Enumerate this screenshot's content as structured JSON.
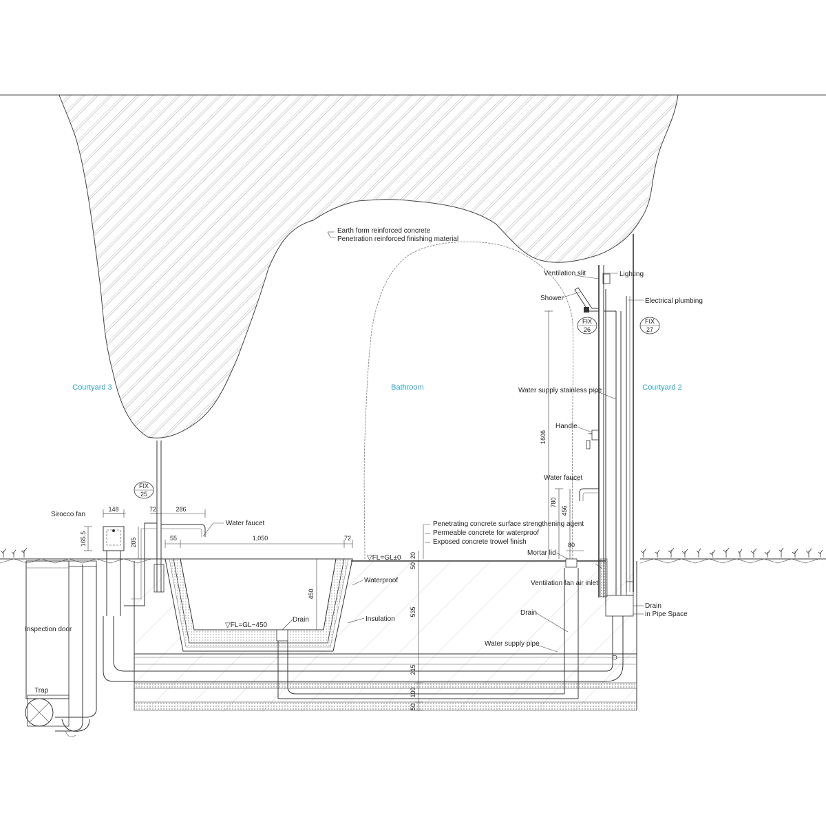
{
  "colors": {
    "room_label": "#2aa0c8",
    "line": "#333333",
    "hatch": "#9a9a9a"
  },
  "rooms": {
    "courtyard3": "Courtyard 3",
    "bathroom": "Bathroom",
    "courtyard2": "Courtyard 2"
  },
  "labels": {
    "earth_form": "Earth form reinforced concrete",
    "penetration_finish": "Penetration reinforced finishing material",
    "ventilation_slit": "Ventilation slit",
    "lighting": "Lighting",
    "shower": "Shower",
    "electrical_plumbing": "Electrical plumbing",
    "water_supply_stainless": "Water supply stainless pipe",
    "handle": "Handle",
    "water_faucet_right": "Water faucet",
    "sirocco_fan": "Sirocco fan",
    "water_faucet_left": "Water faucet",
    "penetrating_agent": "Penetrating concrete surface strengthening agent",
    "permeable_concrete": "Permeable concrete for waterproof",
    "exposed_trowel": "Exposed concrete trowel finish",
    "mortar_lid": "Mortar lid",
    "ventilation_fan_inlet": "Ventilation fan air inlet",
    "drain_pipe_space_1": "Drain",
    "drain_pipe_space_2": "in Pipe Space",
    "waterproof": "Waterproof",
    "insulation": "Insulation",
    "drain_tub": "Drain",
    "drain_floor": "Drain",
    "water_supply_pipe": "Water supply pipe",
    "inspection_door": "Inspection door",
    "trap": "Trap"
  },
  "fix_marks": [
    {
      "top": "FIX",
      "num": "25"
    },
    {
      "top": "FIX",
      "num": "26"
    },
    {
      "top": "FIX",
      "num": "27"
    }
  ],
  "levels": {
    "fl_gl0": "▽FL=GL±0",
    "fl_gl450": "▽FL=GL−450"
  },
  "dimensions": {
    "d148": "148",
    "d72a": "72",
    "d286": "286",
    "d165_5": "165.5",
    "d205": "205",
    "d55": "55",
    "d1050": "1,050",
    "d72b": "72",
    "d450": "450",
    "d1606": "1606",
    "d780": "780",
    "d456": "456",
    "d80": "80",
    "d20": "20",
    "d50a": "50",
    "d535": "535",
    "d215": "215",
    "d100": "100",
    "d50b": "50"
  }
}
